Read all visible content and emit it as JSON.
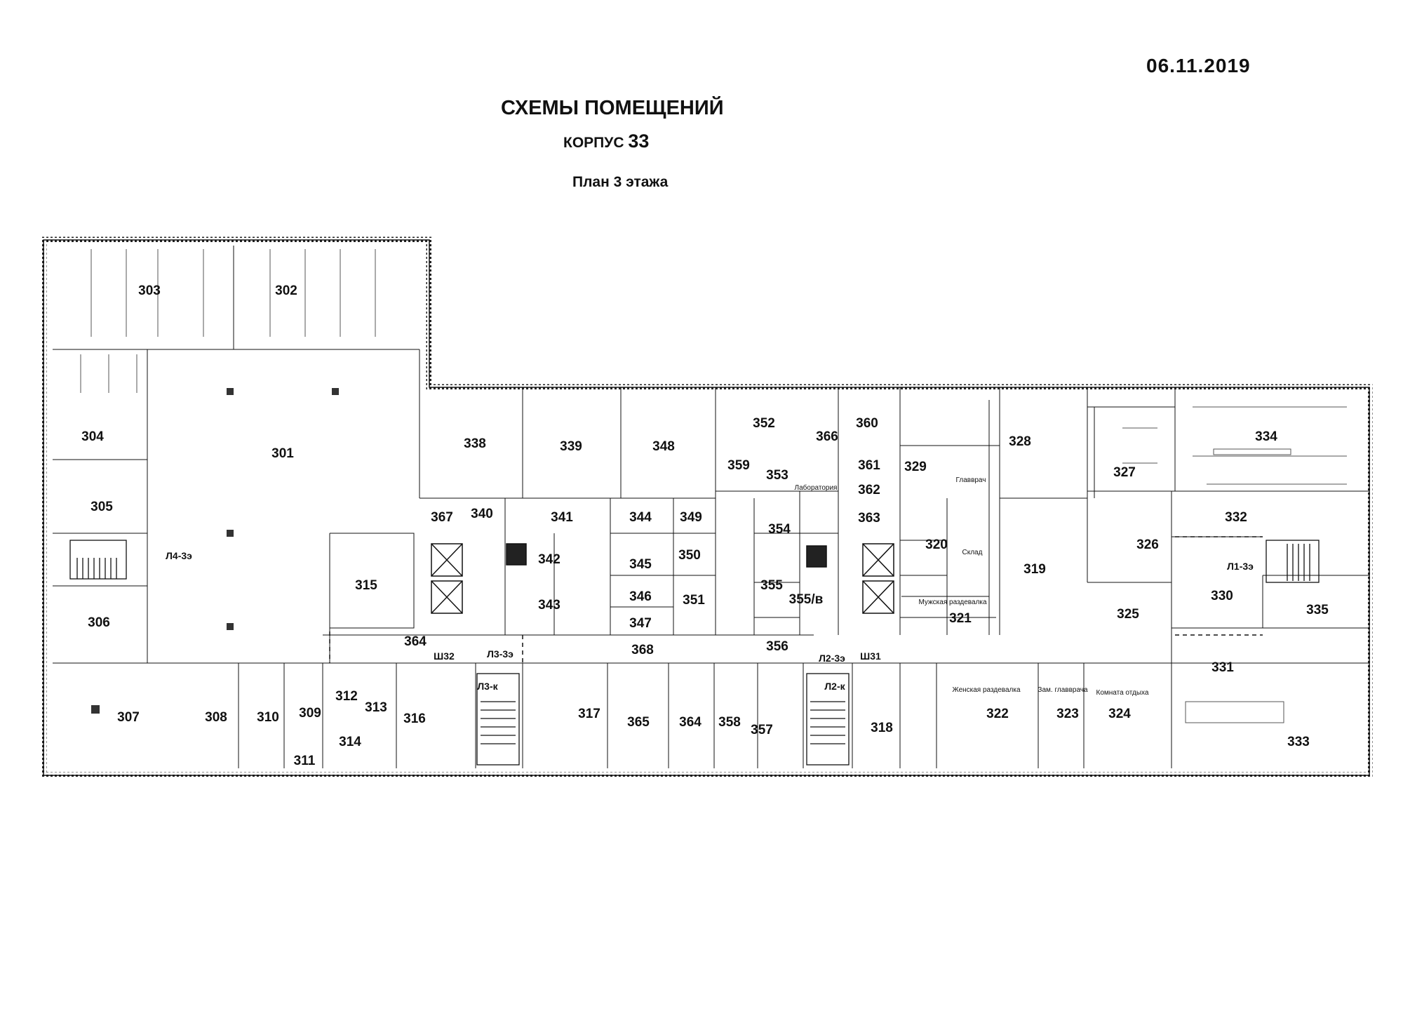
{
  "header": {
    "date": "06.11.2019",
    "title": "СХЕМЫ ПОМЕЩЕНИЙ",
    "corpus_label": "КОРПУС",
    "corpus_number": "33",
    "subtitle": "План 3 этажа"
  },
  "rooms": [
    "303",
    "302",
    "304",
    "301",
    "305",
    "306",
    "307",
    "308",
    "310",
    "309",
    "311",
    "312",
    "313",
    "314",
    "315",
    "316",
    "317",
    "318",
    "319",
    "320",
    "321",
    "322",
    "323",
    "324",
    "325",
    "326",
    "327",
    "328",
    "329",
    "330",
    "331",
    "332",
    "333",
    "334",
    "335",
    "338",
    "339",
    "340",
    "341",
    "342",
    "343",
    "344",
    "345",
    "346",
    "347",
    "348",
    "349",
    "350",
    "351",
    "352",
    "353",
    "354",
    "355",
    "355/в",
    "356",
    "357",
    "358",
    "359",
    "360",
    "361",
    "362",
    "363",
    "364",
    "364",
    "365",
    "366",
    "367",
    "368"
  ],
  "stairs": [
    "Л4-3э",
    "Л3-3э",
    "Л3-к",
    "Л2-3э",
    "Л2-к",
    "Л1-3э",
    "Ш32",
    "Ш31"
  ],
  "notes": [
    "Лаборатория",
    "Главврач",
    "Склад",
    "Мужская раздевалка",
    "Женская раздевалка",
    "Зам. главврача",
    "Комната отдыха"
  ]
}
